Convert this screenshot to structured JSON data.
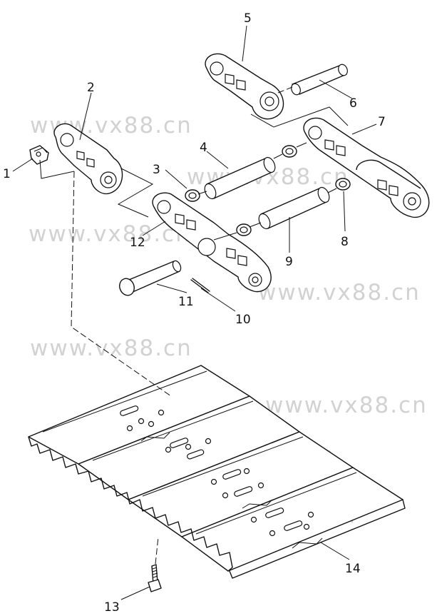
{
  "watermark": "www.vx88.cn",
  "callouts": {
    "c1": "1",
    "c2": "2",
    "c3": "3",
    "c4": "4",
    "c5": "5",
    "c6": "6",
    "c7": "7",
    "c8": "8",
    "c9": "9",
    "c10": "10",
    "c11": "11",
    "c12": "12",
    "c13": "13",
    "c14": "14"
  }
}
